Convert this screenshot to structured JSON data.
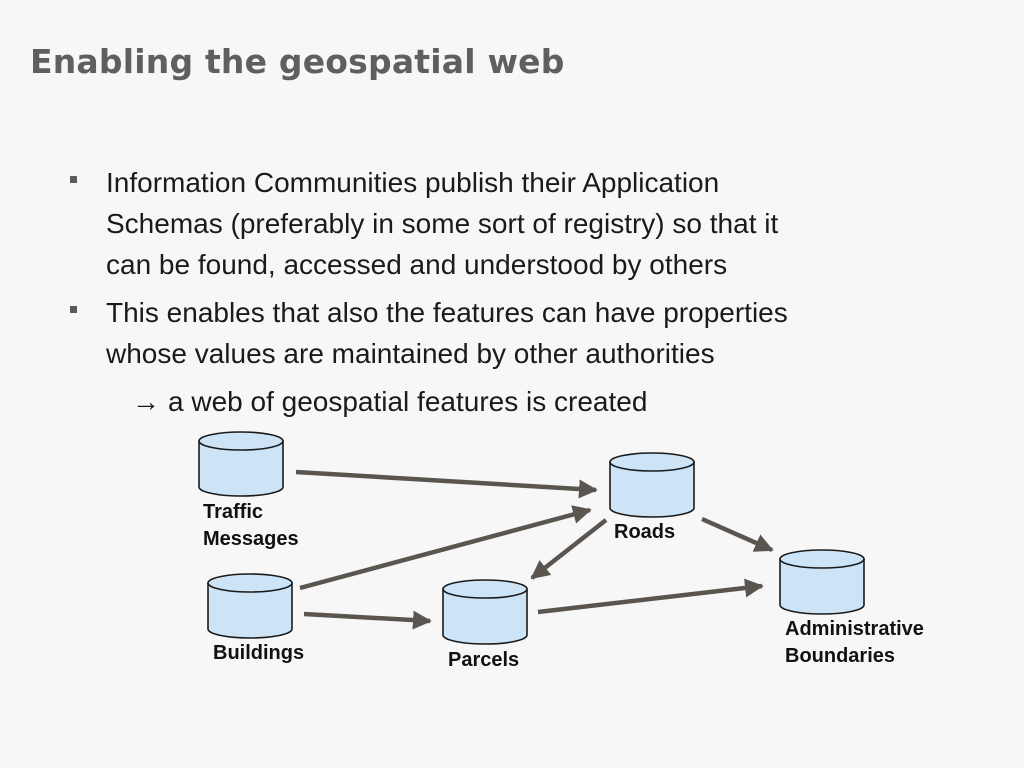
{
  "slide": {
    "title": "Enabling the geospatial web",
    "bullets": [
      {
        "lines": [
          "Information Communities publish their Application",
          "Schemas (preferably in some sort of registry) so that it",
          "can be found, accessed and understood by others"
        ]
      },
      {
        "lines": [
          "This enables that also the features can have properties",
          "whose values are maintained by other authorities"
        ]
      }
    ],
    "sub_point": {
      "arrow": "→",
      "text": "a web of geospatial features is created"
    }
  },
  "diagram": {
    "nodes": [
      {
        "id": "traffic",
        "label_lines": [
          "Traffic",
          "Messages"
        ]
      },
      {
        "id": "roads",
        "label_lines": [
          "Roads"
        ]
      },
      {
        "id": "buildings",
        "label_lines": [
          "Buildings"
        ]
      },
      {
        "id": "parcels",
        "label_lines": [
          "Parcels"
        ]
      },
      {
        "id": "admin",
        "label_lines": [
          "Administrative",
          "Boundaries"
        ]
      }
    ],
    "edges": [
      {
        "from": "traffic",
        "to": "roads"
      },
      {
        "from": "buildings",
        "to": "roads"
      },
      {
        "from": "buildings",
        "to": "parcels"
      },
      {
        "from": "roads",
        "to": "parcels"
      },
      {
        "from": "roads",
        "to": "admin"
      },
      {
        "from": "parcels",
        "to": "admin"
      }
    ],
    "colors": {
      "cylinder_fill": "#cde4f7",
      "cylinder_stroke": "#1a1a1a",
      "arrow": "#5b5550"
    }
  }
}
